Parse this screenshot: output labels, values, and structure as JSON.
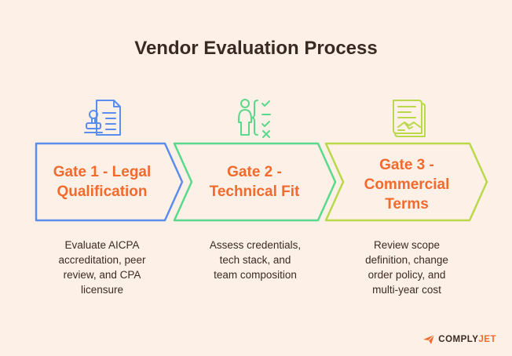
{
  "title": "Vendor Evaluation Process",
  "colors": {
    "background": "#fdf0e6",
    "accent": "#f26a2e",
    "gate1_stroke": "#5b8def",
    "gate2_stroke": "#59d98b",
    "gate3_stroke": "#b9d94a"
  },
  "gates": [
    {
      "label_line1": "Gate 1 - Legal",
      "label_line2": "Qualification",
      "desc_lines": [
        "Evaluate AICPA",
        "accreditation, peer",
        "review, and CPA",
        "licensure"
      ],
      "icon": "document-stamp-icon"
    },
    {
      "label_line1": "Gate 2 -",
      "label_line2": "Technical Fit",
      "desc_lines": [
        "Assess credentials,",
        "tech stack, and",
        "team composition"
      ],
      "icon": "person-checklist-icon"
    },
    {
      "label_line1": "Gate 3 -",
      "label_line2": "Commercial",
      "label_line3": "Terms",
      "desc_lines": [
        "Review scope",
        "definition, change",
        "order policy, and",
        "multi-year cost"
      ],
      "icon": "contract-handshake-icon"
    }
  ],
  "brand": {
    "part1": "COMPLY",
    "part2": "JET",
    "icon": "plane-icon"
  }
}
